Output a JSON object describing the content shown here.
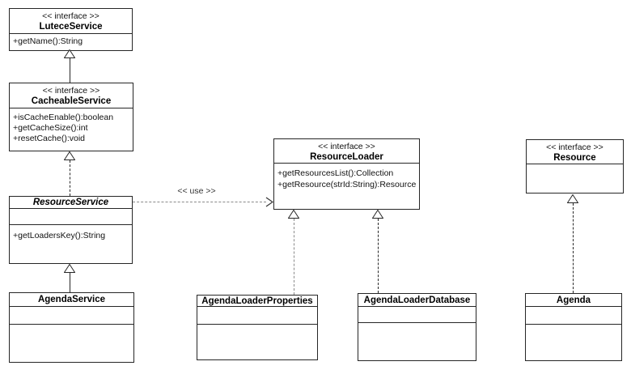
{
  "classes": {
    "luteceService": {
      "stereotype": "<< interface >>",
      "name": "LuteceService",
      "methods": [
        "+getName():String"
      ]
    },
    "cacheableService": {
      "stereotype": "<< interface >>",
      "name": "CacheableService",
      "methods": [
        "+isCacheEnable():boolean",
        "+getCacheSize():int",
        "+resetCache():void"
      ]
    },
    "resourceService": {
      "name": "ResourceService",
      "methods": [
        "+getLoadersKey():String"
      ]
    },
    "agendaService": {
      "name": "AgendaService"
    },
    "resourceLoader": {
      "stereotype": "<< interface >>",
      "name": "ResourceLoader",
      "methods": [
        "+getResourcesList():Collection",
        "+getResource(strId:String):Resource"
      ]
    },
    "resource": {
      "stereotype": "<< interface >>",
      "name": "Resource"
    },
    "agendaLoaderProperties": {
      "name": "AgendaLoaderProperties"
    },
    "agendaLoaderDatabase": {
      "name": "AgendaLoaderDatabase"
    },
    "agenda": {
      "name": "Agenda"
    }
  },
  "relations": {
    "use_label": "<< use >>"
  },
  "colors": {
    "stroke": "#262626",
    "muted_stroke": "#8a8a8a",
    "background": "#ffffff"
  }
}
